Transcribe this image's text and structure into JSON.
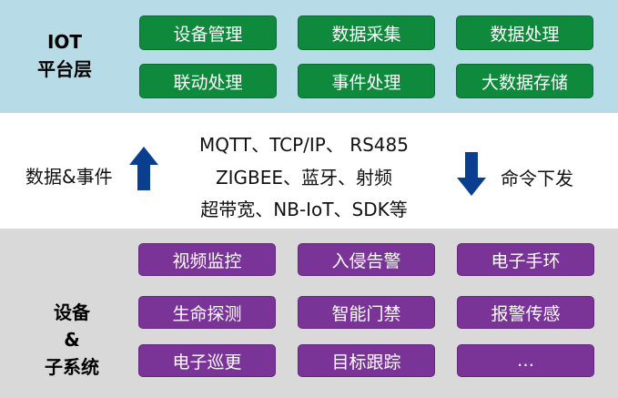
{
  "platform": {
    "title_line1": "IOT",
    "title_line2": "平台层",
    "modules": [
      "设备管理",
      "数据采集",
      "数据处理",
      "联动处理",
      "事件处理",
      "大数据存储"
    ],
    "band_color": "#b8dce7",
    "button_color": "#0f8a3c"
  },
  "transport": {
    "upward_label": "数据&事件",
    "downward_label": "命令下发",
    "protocols_line1": "MQTT、TCP/IP、 RS485",
    "protocols_line2": "ZIGBEE、蓝牙、射频",
    "protocols_line3": "超带宽、NB-IoT、SDK等",
    "arrow_color": "#0a3f8f",
    "up_arrow_icon": "arrow-up-icon",
    "down_arrow_icon": "arrow-down-icon"
  },
  "devices": {
    "title_line1": "设备",
    "title_line2": "&",
    "title_line3": "子系统",
    "subsystems": [
      "视频监控",
      "入侵告警",
      "电子手环",
      "生命探测",
      "智能门禁",
      "报警传感",
      "电子巡更",
      "目标跟踪",
      "…"
    ],
    "band_color": "#d9d9d9",
    "button_color": "#7a3497"
  }
}
